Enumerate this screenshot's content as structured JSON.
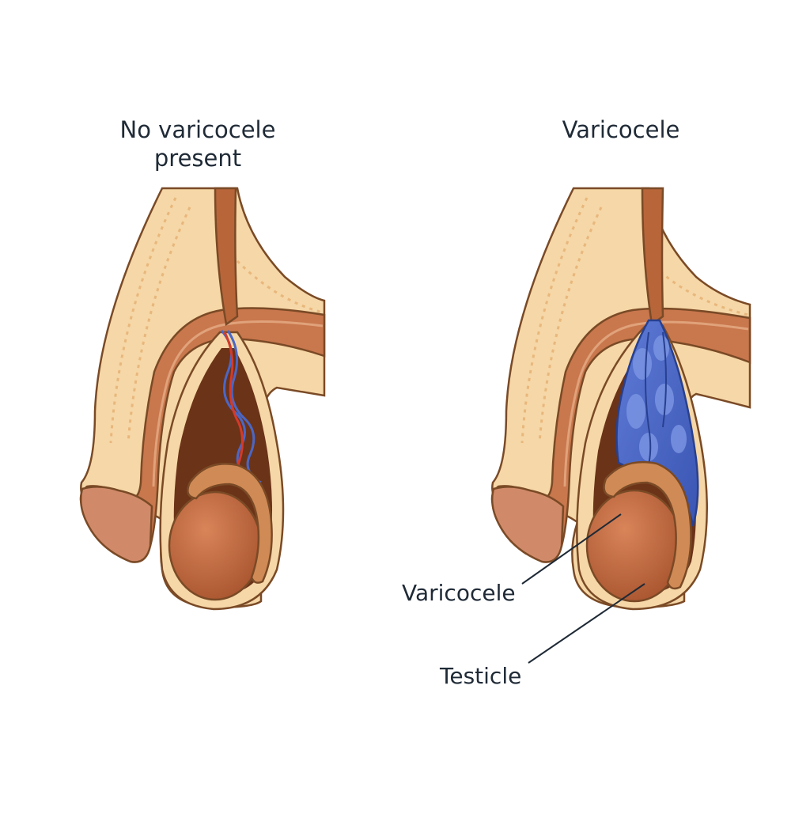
{
  "panels": {
    "left": {
      "title": "No varicocele\npresent"
    },
    "right": {
      "title": "Varicocele"
    }
  },
  "callouts": {
    "varicocele": "Varicocele",
    "testicle": "Testicle"
  },
  "colors": {
    "skin": "#f6d7a7",
    "skin_dark": "#e8b77c",
    "outline": "#7a4a26",
    "muscle": "#c9774d",
    "testis": "#c0673c",
    "epididymis": "#d08a55",
    "cavity": "#6b3318",
    "vein": "#4a67c6",
    "artery": "#d43a2a",
    "text": "#1f2a36"
  }
}
